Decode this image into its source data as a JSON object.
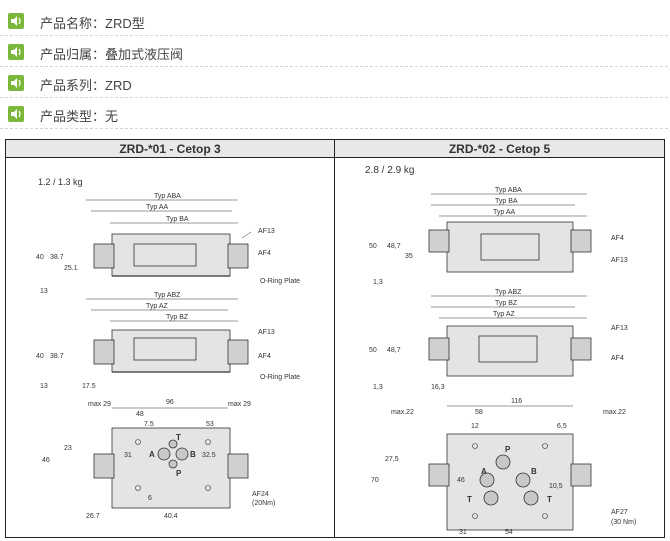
{
  "info": [
    {
      "label": "产品名称：ZRD型",
      "icon": "speaker-icon"
    },
    {
      "label": "产品归属：叠加式液压阀",
      "icon": "speaker-icon"
    },
    {
      "label": "产品系列：ZRD",
      "icon": "speaker-icon"
    },
    {
      "label": "产品类型：无",
      "icon": "speaker-icon"
    }
  ],
  "colors": {
    "icon_bg": "#7ab73a",
    "header_bg": "#e8e8e8"
  },
  "left": {
    "header": "ZRD-*01 - Cetop 3",
    "weight": "1.2 / 1.3 kg",
    "v1": {
      "typ_aba": "Typ ABA",
      "typ_aa": "Typ AA",
      "typ_ba": "Typ BA",
      "af13": "AF13",
      "af4": "AF4",
      "d40": "40",
      "d387": "38.7",
      "d251": "25.1",
      "d13": "13",
      "oring": "O-Ring Plate"
    },
    "v2": {
      "typ_abz": "Typ ABZ",
      "typ_az": "Typ AZ",
      "typ_bz": "Typ BZ",
      "af13": "AF13",
      "af4": "AF4",
      "d40": "40",
      "d387": "38.7",
      "d13": "13",
      "d175": "17.5",
      "oring": "O-Ring Plate"
    },
    "v3": {
      "max29a": "max 29",
      "d96": "96",
      "max29b": "max 29",
      "d48": "48",
      "d75": "7.5",
      "d53": "53",
      "d23": "23",
      "d46": "46",
      "d31": "31",
      "d325": "32.5",
      "a": "A",
      "b": "B",
      "t": "T",
      "p": "P",
      "d6": "6",
      "d267": "26.7",
      "d404": "40.4",
      "af24": "AF24",
      "nm20": "(20Nm)"
    }
  },
  "right": {
    "header": "ZRD-*02 - Cetop 5",
    "weight": "2.8 / 2.9 kg",
    "v1": {
      "typ_aba": "Typ ABA",
      "typ_ba": "Typ BA",
      "typ_aa": "Typ AA",
      "af4": "AF4",
      "af13": "AF13",
      "d50": "50",
      "d487": "48,7",
      "d35": "35",
      "d13": "1,3"
    },
    "v2": {
      "typ_abz": "Typ ABZ",
      "typ_bz": "Typ BZ",
      "typ_az": "Typ AZ",
      "af13": "AF13",
      "af4": "AF4",
      "d50": "50",
      "d487": "48,7",
      "d13": "1,3",
      "d163": "16,3"
    },
    "v3": {
      "d116": "116",
      "max22a": "max.22",
      "d58": "58",
      "max22b": "max.22",
      "d12": "12",
      "d65": "6,5",
      "d275": "27,5",
      "d70": "70",
      "d46": "46",
      "p": "P",
      "a": "A",
      "b": "B",
      "t1": "T",
      "t2": "T",
      "d105": "10,5",
      "af27": "AF27",
      "nm30": "(30 Nm)",
      "d31": "31",
      "d54": "54"
    }
  }
}
